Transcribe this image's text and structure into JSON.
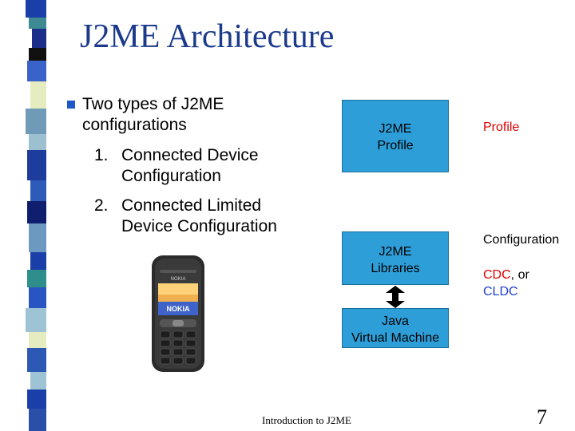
{
  "slide": {
    "title": "J2ME Architecture",
    "bullet": "Two types of J2ME\nconfigurations",
    "items": [
      {
        "number": "1.",
        "text": "Connected Device\nConfiguration"
      },
      {
        "number": "2.",
        "text": "Connected Limited\nDevice Configuration"
      }
    ],
    "footer": "Introduction to J2ME",
    "page_number": "7"
  },
  "diagram": {
    "profile_box": "J2ME\nProfile",
    "libraries_box": "J2ME\nLibraries",
    "jvm_box": "Java\nVirtual Machine",
    "profile_label": "Profile",
    "configuration_label": "Configuration",
    "cdc_word": "CDC",
    "cdc_suffix": ", or",
    "cldc_word": "CLDC"
  },
  "phone": {
    "brand": "NOKIA"
  },
  "colors": {
    "title": "#1c3a8c",
    "box_fill": "#2e9ed8",
    "label_red": "#e00000",
    "label_blue": "#1f3fd0",
    "bullet": "#1f57c8"
  }
}
